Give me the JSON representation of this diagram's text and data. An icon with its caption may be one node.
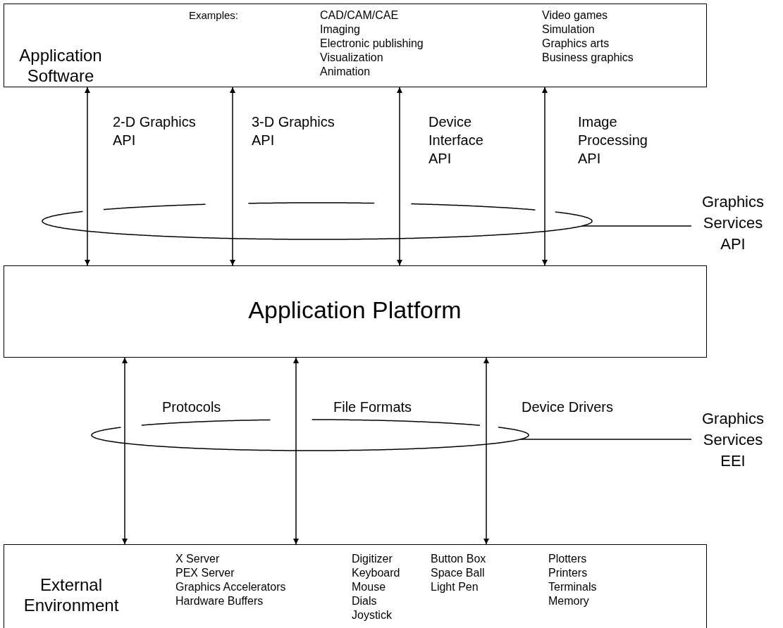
{
  "diagram": {
    "nodes": [
      {
        "text": [
          "Application Software",
          "Examples:",
          "CAD/CAM/CAE",
          "Imaging",
          "Electronic publishing",
          "Visualization",
          "Animation",
          "Video games",
          "Simulation",
          "Graphics arts",
          "Business graphics"
        ]
      },
      {
        "text": [
          "Application Platform"
        ]
      },
      {
        "text": [
          "External Environment",
          "X Server",
          "PEX Server",
          "Graphics Accelerators",
          "Hardware Buffers",
          "Digitizer",
          "Keyboard",
          "Mouse",
          "Dials",
          "Joystick",
          "Button Box",
          "Space Ball",
          "Light Pen",
          "Plotters",
          "Printers",
          "Terminals",
          "Memory"
        ]
      },
      {
        "text": [
          "Graphics Services API"
        ]
      },
      {
        "text": [
          "Graphics Services EEI"
        ]
      }
    ],
    "edges": [
      {
        "from": 0,
        "to": 1,
        "arrow": "both",
        "label": "2-D Graphics API"
      },
      {
        "from": 0,
        "to": 1,
        "arrow": "both",
        "label": "3-D Graphics API"
      },
      {
        "from": 0,
        "to": 1,
        "arrow": "both",
        "label": "Device Interface API"
      },
      {
        "from": 0,
        "to": 1,
        "arrow": "both",
        "label": "Image Processing API"
      },
      {
        "from": 1,
        "to": 2,
        "arrow": "both",
        "label": "Protocols"
      },
      {
        "from": 1,
        "to": 2,
        "arrow": "both",
        "label": "File Formats"
      },
      {
        "from": 1,
        "to": 2,
        "arrow": "both",
        "label": "Device Drivers"
      },
      {
        "from": 3,
        "to": null,
        "arrow": "none"
      },
      {
        "from": 4,
        "to": null,
        "arrow": "none"
      }
    ]
  }
}
